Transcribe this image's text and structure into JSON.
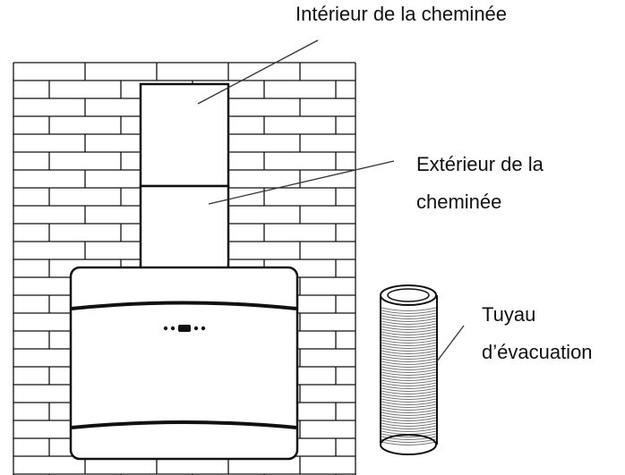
{
  "labels": {
    "chimney_inner": "Intérieur de la cheminée",
    "chimney_outer_line1": "Extérieur de la",
    "chimney_outer_line2": "cheminée",
    "exhaust_pipe_line1": "Tuyau",
    "exhaust_pipe_line2": "d’évacuation"
  },
  "colors": {
    "line": "#111111",
    "leader": "#333333",
    "background": "#ffffff",
    "pipe_ridge": "#777777"
  }
}
